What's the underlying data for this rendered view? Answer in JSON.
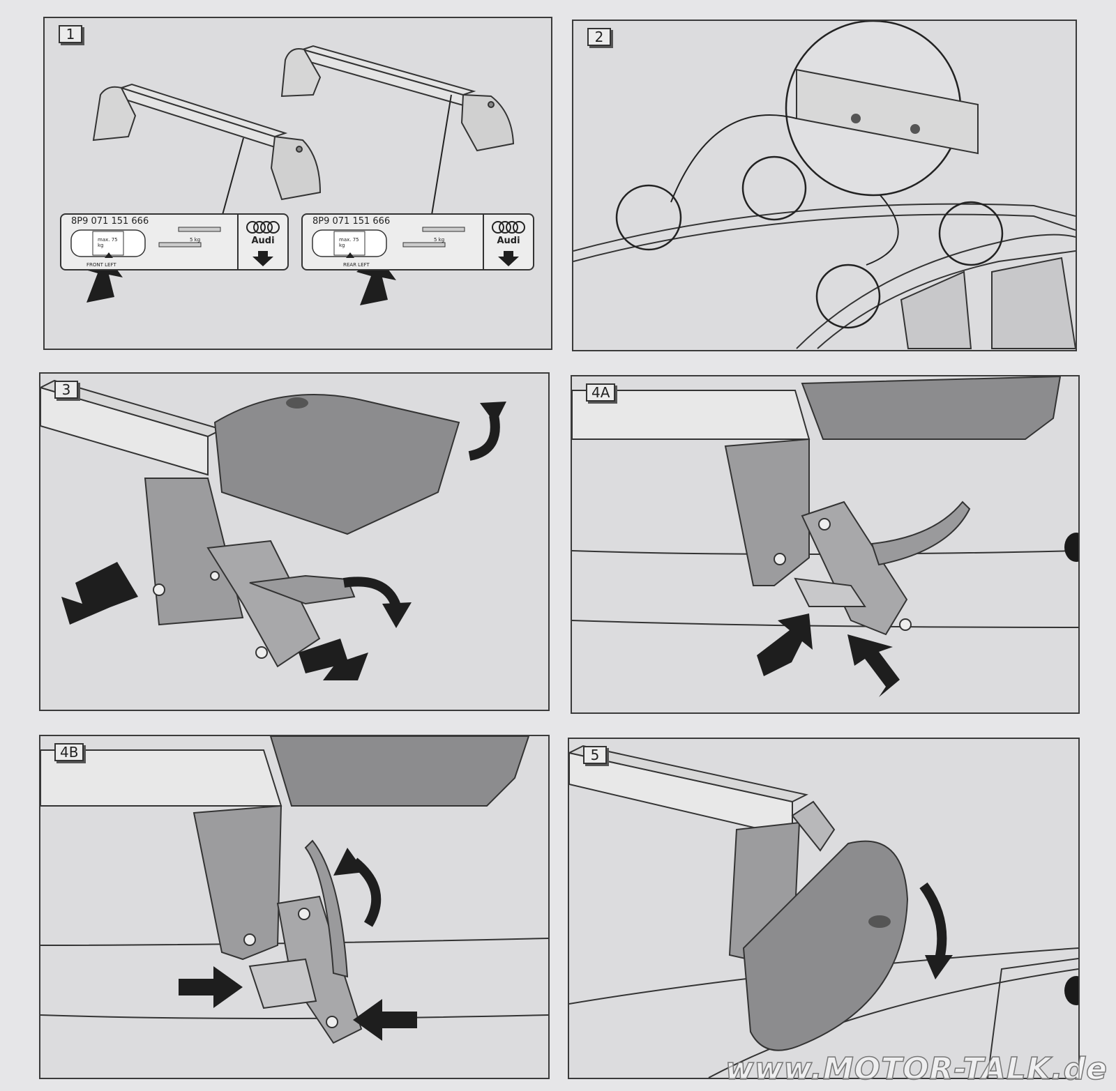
{
  "steps": [
    {
      "label": "1"
    },
    {
      "label": "2"
    },
    {
      "label": "3"
    },
    {
      "label": "4A"
    },
    {
      "label": "4B"
    },
    {
      "label": "5"
    }
  ],
  "step1": {
    "labels": [
      {
        "part_number": "8P9 071 151 666",
        "load": "max. 75 kg",
        "weight": "5 kg",
        "position": "FRONT LEFT",
        "brand": "Audi"
      },
      {
        "part_number": "8P9 071 151 666",
        "load": "max. 75 kg",
        "weight": "5 kg",
        "position": "REAR LEFT",
        "brand": "Audi"
      }
    ]
  },
  "watermark": "www.MOTOR-TALK.de",
  "colors": {
    "paper": "#e6e6e8",
    "panel": "#dcdcde",
    "ink": "#1e1e1e",
    "part_gray": "#9a9a9c"
  }
}
